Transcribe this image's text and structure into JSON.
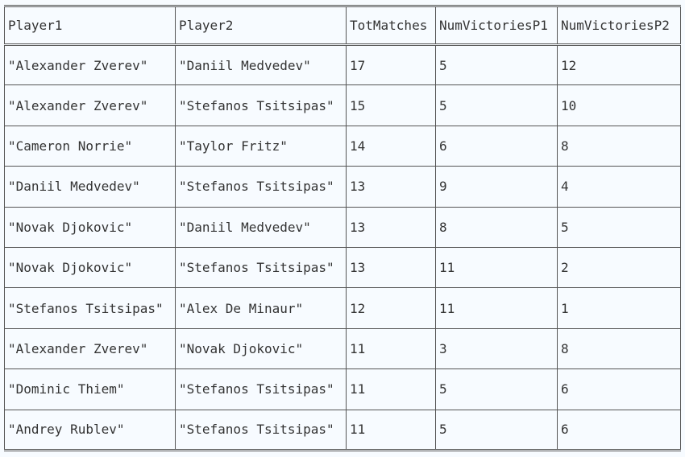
{
  "table": {
    "columns": [
      "Player1",
      "Player2",
      "TotMatches",
      "NumVictoriesP1",
      "NumVictoriesP2"
    ],
    "rows": [
      [
        "\"Alexander Zverev\"",
        "\"Daniil Medvedev\"",
        "17",
        "5",
        "12"
      ],
      [
        "\"Alexander Zverev\"",
        "\"Stefanos Tsitsipas\"",
        "15",
        "5",
        "10"
      ],
      [
        "\"Cameron Norrie\"",
        "\"Taylor Fritz\"",
        "14",
        "6",
        "8"
      ],
      [
        "\"Daniil Medvedev\"",
        "\"Stefanos Tsitsipas\"",
        "13",
        "9",
        "4"
      ],
      [
        "\"Novak Djokovic\"",
        "\"Daniil Medvedev\"",
        "13",
        "8",
        "5"
      ],
      [
        "\"Novak Djokovic\"",
        "\"Stefanos Tsitsipas\"",
        "13",
        "11",
        "2"
      ],
      [
        "\"Stefanos Tsitsipas\"",
        "\"Alex De Minaur\"",
        "12",
        "11",
        "1"
      ],
      [
        "\"Alexander Zverev\"",
        "\"Novak Djokovic\"",
        "11",
        "3",
        "8"
      ],
      [
        "\"Dominic Thiem\"",
        "\"Stefanos Tsitsipas\"",
        "11",
        "5",
        "6"
      ],
      [
        "\"Andrey Rublev\"",
        "\"Stefanos Tsitsipas\"",
        "11",
        "5",
        "6"
      ]
    ]
  }
}
